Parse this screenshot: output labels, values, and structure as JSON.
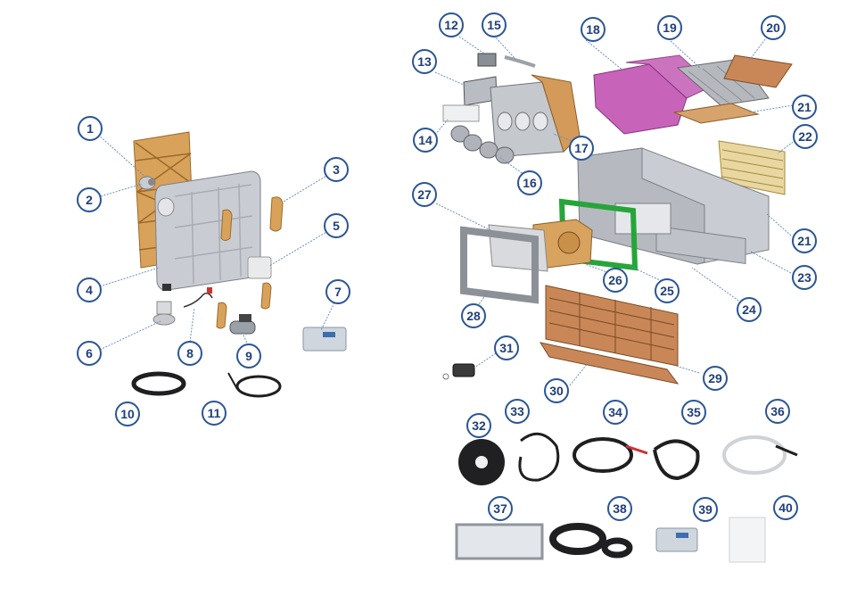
{
  "colors": {
    "callout_ring": "#2b5595",
    "callout_text": "#1f3f7a",
    "leader": "#6b8fc0",
    "orange_parts": "#d9a25a",
    "gray_parts": "#c9cdd3",
    "magenta_parts": "#c764b9",
    "green_seal": "#27a53a",
    "cable_black": "#2c2c2e"
  },
  "callouts": [
    {
      "id": "callout-1",
      "label": "1"
    },
    {
      "id": "callout-2",
      "label": "2"
    },
    {
      "id": "callout-3",
      "label": "3"
    },
    {
      "id": "callout-4",
      "label": "4"
    },
    {
      "id": "callout-5",
      "label": "5"
    },
    {
      "id": "callout-6",
      "label": "6"
    },
    {
      "id": "callout-7",
      "label": "7"
    },
    {
      "id": "callout-8",
      "label": "8"
    },
    {
      "id": "callout-9",
      "label": "9"
    },
    {
      "id": "callout-10",
      "label": "10"
    },
    {
      "id": "callout-11",
      "label": "11"
    },
    {
      "id": "callout-12",
      "label": "12"
    },
    {
      "id": "callout-13",
      "label": "13"
    },
    {
      "id": "callout-14",
      "label": "14"
    },
    {
      "id": "callout-15",
      "label": "15"
    },
    {
      "id": "callout-16",
      "label": "16"
    },
    {
      "id": "callout-17",
      "label": "17"
    },
    {
      "id": "callout-18",
      "label": "18"
    },
    {
      "id": "callout-19",
      "label": "19"
    },
    {
      "id": "callout-20",
      "label": "20"
    },
    {
      "id": "callout-21a",
      "label": "21"
    },
    {
      "id": "callout-21b",
      "label": "21"
    },
    {
      "id": "callout-22",
      "label": "22"
    },
    {
      "id": "callout-23",
      "label": "23"
    },
    {
      "id": "callout-24",
      "label": "24"
    },
    {
      "id": "callout-25",
      "label": "25"
    },
    {
      "id": "callout-26",
      "label": "26"
    },
    {
      "id": "callout-27",
      "label": "27"
    },
    {
      "id": "callout-28",
      "label": "28"
    },
    {
      "id": "callout-29",
      "label": "29"
    },
    {
      "id": "callout-30",
      "label": "30"
    },
    {
      "id": "callout-31",
      "label": "31"
    },
    {
      "id": "callout-32",
      "label": "32"
    },
    {
      "id": "callout-33",
      "label": "33"
    },
    {
      "id": "callout-34",
      "label": "34"
    },
    {
      "id": "callout-35",
      "label": "35"
    },
    {
      "id": "callout-36",
      "label": "36"
    },
    {
      "id": "callout-37",
      "label": "37"
    },
    {
      "id": "callout-38",
      "label": "38"
    },
    {
      "id": "callout-39",
      "label": "39"
    },
    {
      "id": "callout-40",
      "label": "40"
    }
  ]
}
